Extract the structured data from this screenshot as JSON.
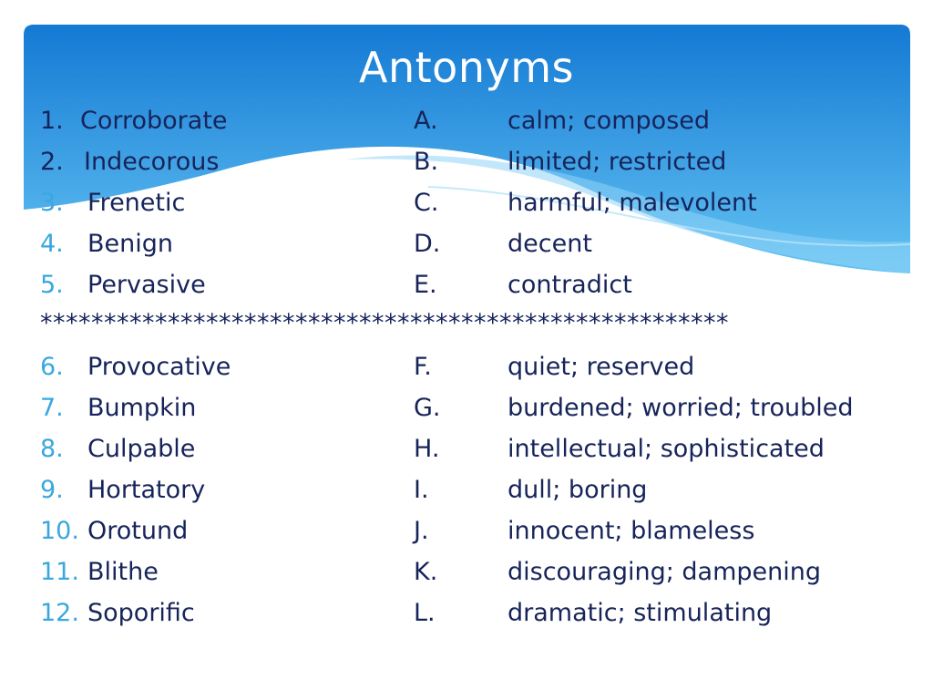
{
  "slide": {
    "title": "Antonyms",
    "divider": "******************************************************",
    "items": [
      {
        "num": "1.",
        "term": "Corroborate",
        "letter": "A.",
        "def": "calm; composed"
      },
      {
        "num": "2.",
        "term": "Indecorous",
        "letter": "B.",
        "def": "limited; restricted"
      },
      {
        "num": "3.",
        "term": "Frenetic",
        "letter": "C.",
        "def": "harmful; malevolent"
      },
      {
        "num": "4.",
        "term": "Benign",
        "letter": "D.",
        "def": "decent"
      },
      {
        "num": "5.",
        "term": "Pervasive",
        "letter": "E.",
        "def": "contradict"
      },
      {
        "num": "6.",
        "term": "Provocative",
        "letter": "F.",
        "def": "quiet; reserved"
      },
      {
        "num": "7.",
        "term": "Bumpkin",
        "letter": "G.",
        "def": "burdened; worried; troubled"
      },
      {
        "num": "8.",
        "term": "Culpable",
        "letter": "H.",
        "def": "intellectual; sophisticated"
      },
      {
        "num": "9.",
        "term": "Hortatory",
        "letter": "I.",
        "def": "dull; boring"
      },
      {
        "num": "10.",
        "term": "Orotund",
        "letter": "J.",
        "def": "innocent; blameless"
      },
      {
        "num": "11.",
        "term": "Blithe",
        "letter": "K.",
        "def": "discouraging; dampening"
      },
      {
        "num": "12.",
        "term": "Soporific",
        "letter": "L.",
        "def": "dramatic; stimulating"
      }
    ]
  },
  "colors": {
    "banner_top": "#1479d4",
    "banner_bottom": "#5fbff0",
    "text_dark": "#17245a",
    "number_accent": "#3aa7df"
  }
}
